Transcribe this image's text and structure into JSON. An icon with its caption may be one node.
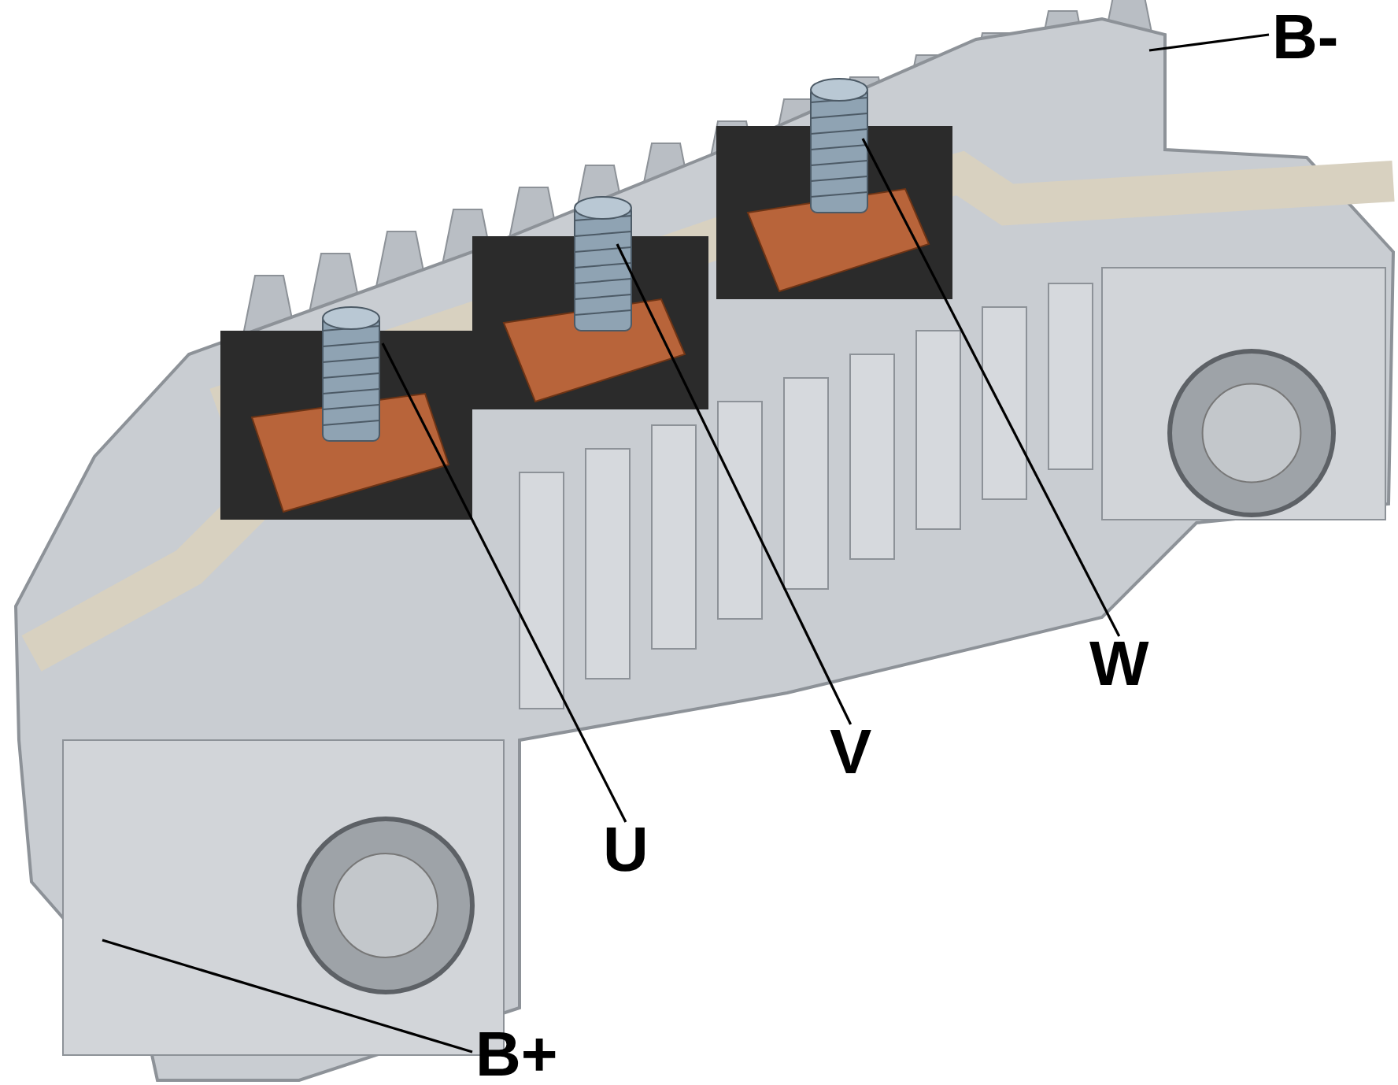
{
  "diagram": {
    "nodes": [
      {
        "text": [
          "B-"
        ]
      },
      {
        "text": [
          "W"
        ]
      },
      {
        "text": [
          "V"
        ]
      },
      {
        "text": [
          "U"
        ]
      },
      {
        "text": [
          "B+"
        ]
      }
    ],
    "edges": [
      {
        "from": 0,
        "to": null,
        "arrow": "none"
      },
      {
        "from": 1,
        "to": null,
        "arrow": "none"
      },
      {
        "from": 2,
        "to": null,
        "arrow": "none"
      },
      {
        "from": 3,
        "to": null,
        "arrow": "none"
      },
      {
        "from": 4,
        "to": null,
        "arrow": "none"
      }
    ]
  }
}
